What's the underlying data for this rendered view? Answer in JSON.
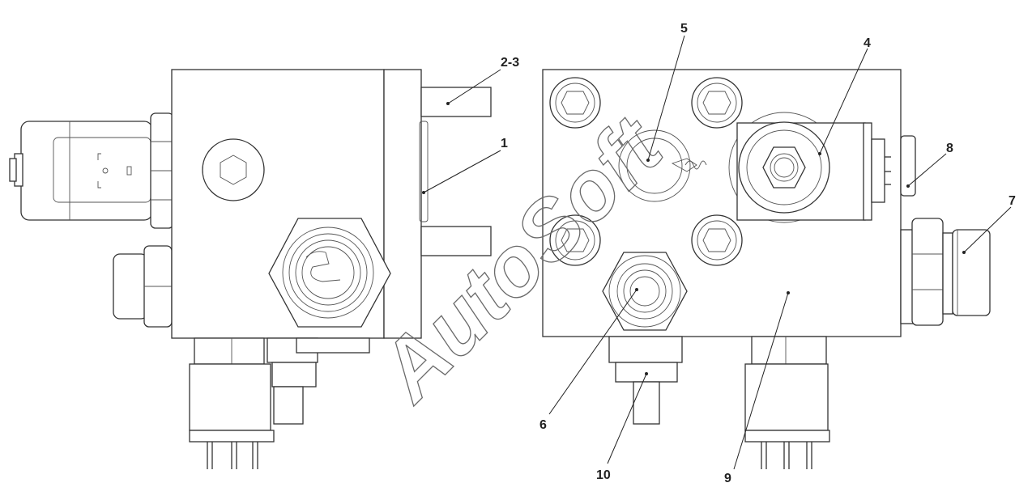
{
  "watermark": "AutoSoft",
  "callouts": [
    {
      "id": "c1",
      "text": "1"
    },
    {
      "id": "c23",
      "text": "2-3"
    },
    {
      "id": "c4",
      "text": "4"
    },
    {
      "id": "c5",
      "text": "5"
    },
    {
      "id": "c6",
      "text": "6"
    },
    {
      "id": "c7",
      "text": "7"
    },
    {
      "id": "c8",
      "text": "8"
    },
    {
      "id": "c9",
      "text": "9"
    },
    {
      "id": "c10",
      "text": "10"
    }
  ],
  "colors": {
    "line": "#333333",
    "watermark": "#6a6a6a",
    "background": "#ffffff"
  }
}
